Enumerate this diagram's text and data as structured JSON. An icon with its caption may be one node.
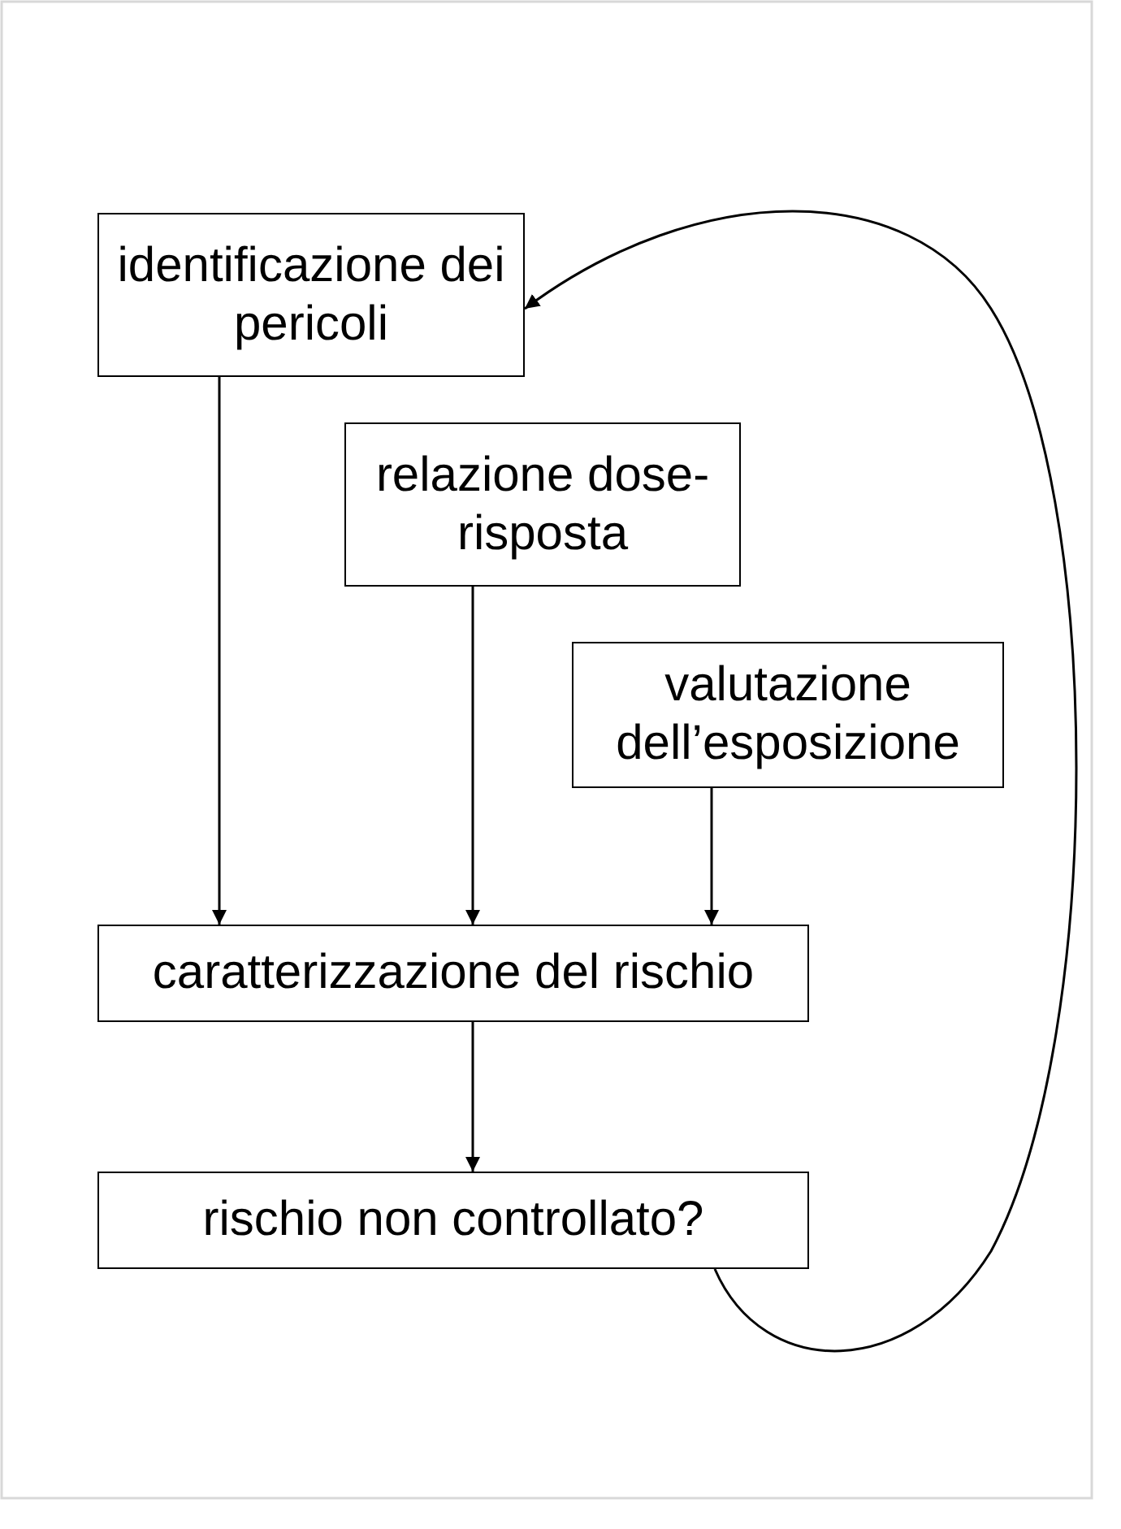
{
  "diagram": {
    "nodes": [
      {
        "text": [
          "identificazione dei pericoli"
        ]
      },
      {
        "text": [
          "relazione dose-risposta"
        ]
      },
      {
        "text": [
          "valutazione dell’esposizione"
        ]
      },
      {
        "text": [
          "caratterizzazione del rischio"
        ]
      },
      {
        "text": [
          "rischio non controllato?"
        ]
      }
    ],
    "edges": [
      {
        "from": 0,
        "to": 3,
        "arrow": "to"
      },
      {
        "from": 1,
        "to": 3,
        "arrow": "to"
      },
      {
        "from": 2,
        "to": 3,
        "arrow": "to"
      },
      {
        "from": 3,
        "to": 4,
        "arrow": "to"
      },
      {
        "from": 4,
        "to": 0,
        "arrow": "to"
      }
    ]
  }
}
